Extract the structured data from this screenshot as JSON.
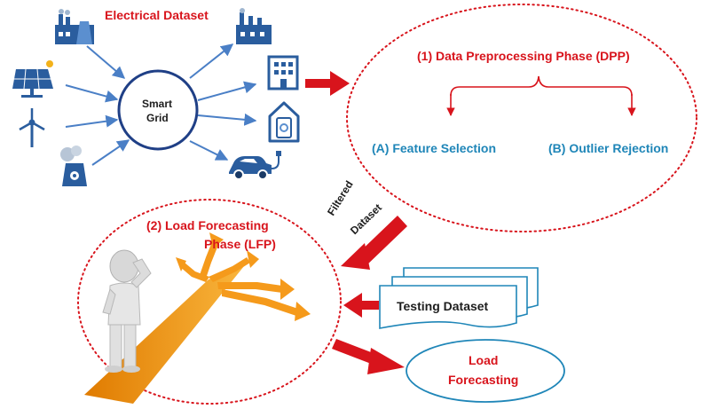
{
  "title": "Electrical Dataset",
  "hub": {
    "line1": "Smart",
    "line2": "Grid"
  },
  "sources": [
    {
      "name": "factory",
      "icon": "factory-icon"
    },
    {
      "name": "solar-panel",
      "icon": "solar-panel-icon"
    },
    {
      "name": "wind-turbine",
      "icon": "wind-turbine-icon"
    },
    {
      "name": "nuclear-plant",
      "icon": "nuclear-plant-icon"
    }
  ],
  "consumers": [
    {
      "name": "industry",
      "icon": "industry-icon"
    },
    {
      "name": "office-building",
      "icon": "building-icon"
    },
    {
      "name": "smart-home",
      "icon": "smart-home-icon"
    },
    {
      "name": "electric-vehicle",
      "icon": "electric-car-icon"
    }
  ],
  "dpp": {
    "title": "(1)  Data Preprocessing Phase (DPP)",
    "step_a": "(A)  Feature Selection",
    "step_b": "(B)  Outlier Rejection"
  },
  "filtered": {
    "line1": "Filtered",
    "line2": "Dataset"
  },
  "lfp": {
    "line1": "(2)  Load Forecasting",
    "line2": "Phase (LFP)"
  },
  "testing": "Testing Dataset",
  "output": {
    "line1": "Load",
    "line2": "Forecasting"
  },
  "colors": {
    "accent_red": "#d8141c",
    "accent_blue": "#1f86b8",
    "icon_blue": "#2a5d9e",
    "arrow_blue": "#4a7fc6",
    "orange": "#f59a1b",
    "hub_border": "#1f3f86"
  }
}
